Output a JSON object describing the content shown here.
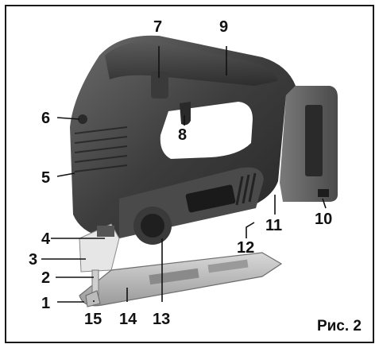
{
  "caption": "Рис. 2",
  "callouts": [
    "1",
    "2",
    "3",
    "4",
    "5",
    "6",
    "7",
    "8",
    "9",
    "10",
    "11",
    "12",
    "13",
    "14",
    "15"
  ]
}
